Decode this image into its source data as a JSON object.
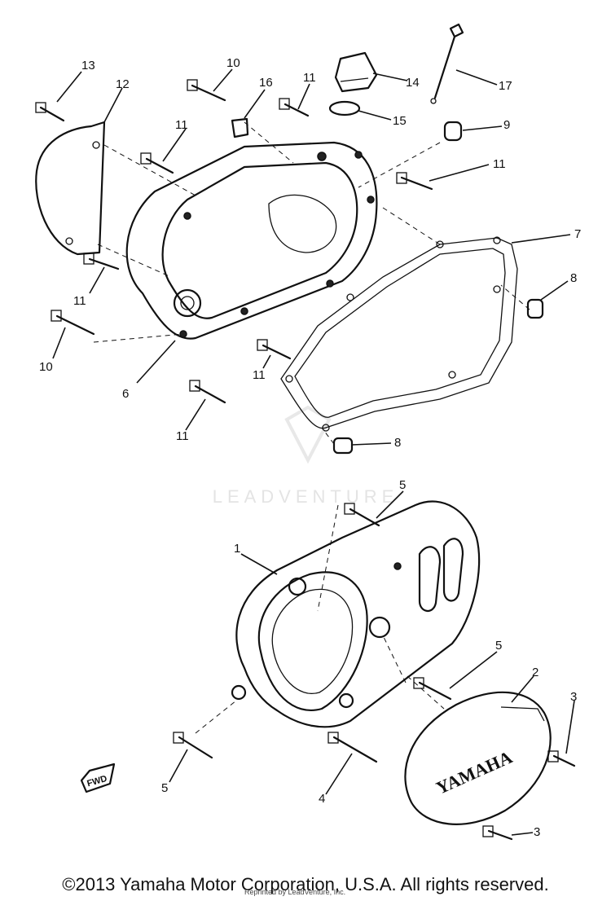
{
  "callouts": {
    "p1": "1",
    "p2": "2",
    "p3a": "3",
    "p3b": "3",
    "p4": "4",
    "p5a": "5",
    "p5b": "5",
    "p5c": "5",
    "p6": "6",
    "p7": "7",
    "p8a": "8",
    "p8b": "8",
    "p9": "9",
    "p10a": "10",
    "p10b": "10",
    "p11a": "11",
    "p11b": "11",
    "p11c": "11",
    "p11d": "11",
    "p11e": "11",
    "p11f": "11",
    "p12": "12",
    "p13": "13",
    "p14": "14",
    "p15": "15",
    "p16": "16",
    "p17": "17"
  },
  "fwd_label": "FWD",
  "cover_logo": "YAMAHA",
  "watermark": "LEADVENTURE",
  "copyright": "©2013 Yamaha Motor Corporation, U.S.A. All rights reserved.",
  "reprint_note": "Reprinted by LeadVenture, Inc."
}
